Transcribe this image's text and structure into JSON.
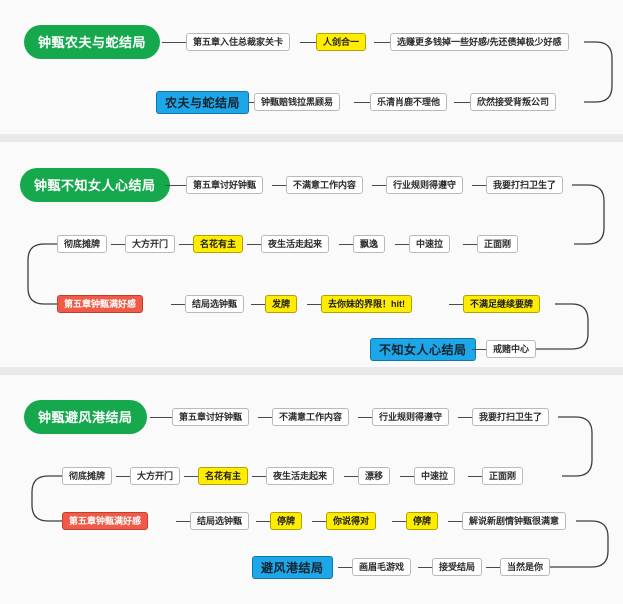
{
  "page": {
    "title": "钟甄结局流程图",
    "background_color": "#fafafa",
    "gap_color": "#e9e9e9"
  },
  "colors": {
    "green": "#16a84c",
    "blue": "#1ea7e8",
    "yellow": "#ffec00",
    "red": "#ef5b48",
    "plain": "#ffffff",
    "line": "#3d3d3d"
  },
  "sections": [
    {
      "id": "farmer-snake",
      "title": "钟甄农夫与蛇结局",
      "rows": [
        {
          "nodes": [
            {
              "label": "第五章入住总裁家关卡",
              "style": "plain"
            },
            {
              "label": "人剑合一",
              "style": "yellow"
            },
            {
              "label": "选赚更多钱掉一些好感/先还债掉极少好感",
              "style": "plain"
            }
          ]
        },
        {
          "nodes": [
            {
              "label": "农夫与蛇结局",
              "style": "blue"
            },
            {
              "label": "钟甄赔钱拉黑顾易",
              "style": "plain"
            },
            {
              "label": "乐清肖鹿不理他",
              "style": "plain"
            },
            {
              "label": "欣然接受背叛公司",
              "style": "plain"
            }
          ]
        }
      ]
    },
    {
      "id": "unknown-woman-heart",
      "title": "钟甄不知女人心结局",
      "rows": [
        {
          "nodes": [
            {
              "label": "第五章讨好钟甄",
              "style": "plain"
            },
            {
              "label": "不满意工作内容",
              "style": "plain"
            },
            {
              "label": "行业规则得遵守",
              "style": "plain"
            },
            {
              "label": "我要打扫卫生了",
              "style": "plain"
            }
          ]
        },
        {
          "nodes": [
            {
              "label": "彻底摊牌",
              "style": "plain"
            },
            {
              "label": "大方开门",
              "style": "plain"
            },
            {
              "label": "名花有主",
              "style": "yellow"
            },
            {
              "label": "夜生活走起来",
              "style": "plain"
            },
            {
              "label": "飘逸",
              "style": "plain"
            },
            {
              "label": "中速拉",
              "style": "plain"
            },
            {
              "label": "正面刚",
              "style": "plain"
            }
          ]
        },
        {
          "nodes": [
            {
              "label": "第五章钟甄满好感",
              "style": "red"
            },
            {
              "label": "结局选钟甄",
              "style": "plain"
            },
            {
              "label": "发牌",
              "style": "yellow"
            },
            {
              "label": "去你妹的界限！hit!",
              "style": "yellow"
            },
            {
              "label": "不满足继续要牌",
              "style": "yellow"
            }
          ]
        },
        {
          "nodes": [
            {
              "label": "不知女人心结局",
              "style": "blue"
            },
            {
              "label": "戒赌中心",
              "style": "plain"
            }
          ]
        }
      ]
    },
    {
      "id": "safe-harbor",
      "title": "钟甄避风港结局",
      "rows": [
        {
          "nodes": [
            {
              "label": "第五章讨好钟甄",
              "style": "plain"
            },
            {
              "label": "不满意工作内容",
              "style": "plain"
            },
            {
              "label": "行业规则得遵守",
              "style": "plain"
            },
            {
              "label": "我要打扫卫生了",
              "style": "plain"
            }
          ]
        },
        {
          "nodes": [
            {
              "label": "彻底摊牌",
              "style": "plain"
            },
            {
              "label": "大方开门",
              "style": "plain"
            },
            {
              "label": "名花有主",
              "style": "yellow"
            },
            {
              "label": "夜生活走起来",
              "style": "plain"
            },
            {
              "label": "漂移",
              "style": "plain"
            },
            {
              "label": "中速拉",
              "style": "plain"
            },
            {
              "label": "正面刚",
              "style": "plain"
            }
          ]
        },
        {
          "nodes": [
            {
              "label": "第五章钟甄满好感",
              "style": "red"
            },
            {
              "label": "结局选钟甄",
              "style": "plain"
            },
            {
              "label": "停牌",
              "style": "yellow"
            },
            {
              "label": "你说得对",
              "style": "yellow"
            },
            {
              "label": "停牌",
              "style": "yellow"
            },
            {
              "label": "解说新剧情钟甄很满意",
              "style": "plain"
            }
          ]
        },
        {
          "nodes": [
            {
              "label": "避风港结局",
              "style": "blue"
            },
            {
              "label": "画眉毛游戏",
              "style": "plain"
            },
            {
              "label": "接受结局",
              "style": "plain"
            },
            {
              "label": "当然是你",
              "style": "plain"
            }
          ]
        }
      ]
    }
  ]
}
